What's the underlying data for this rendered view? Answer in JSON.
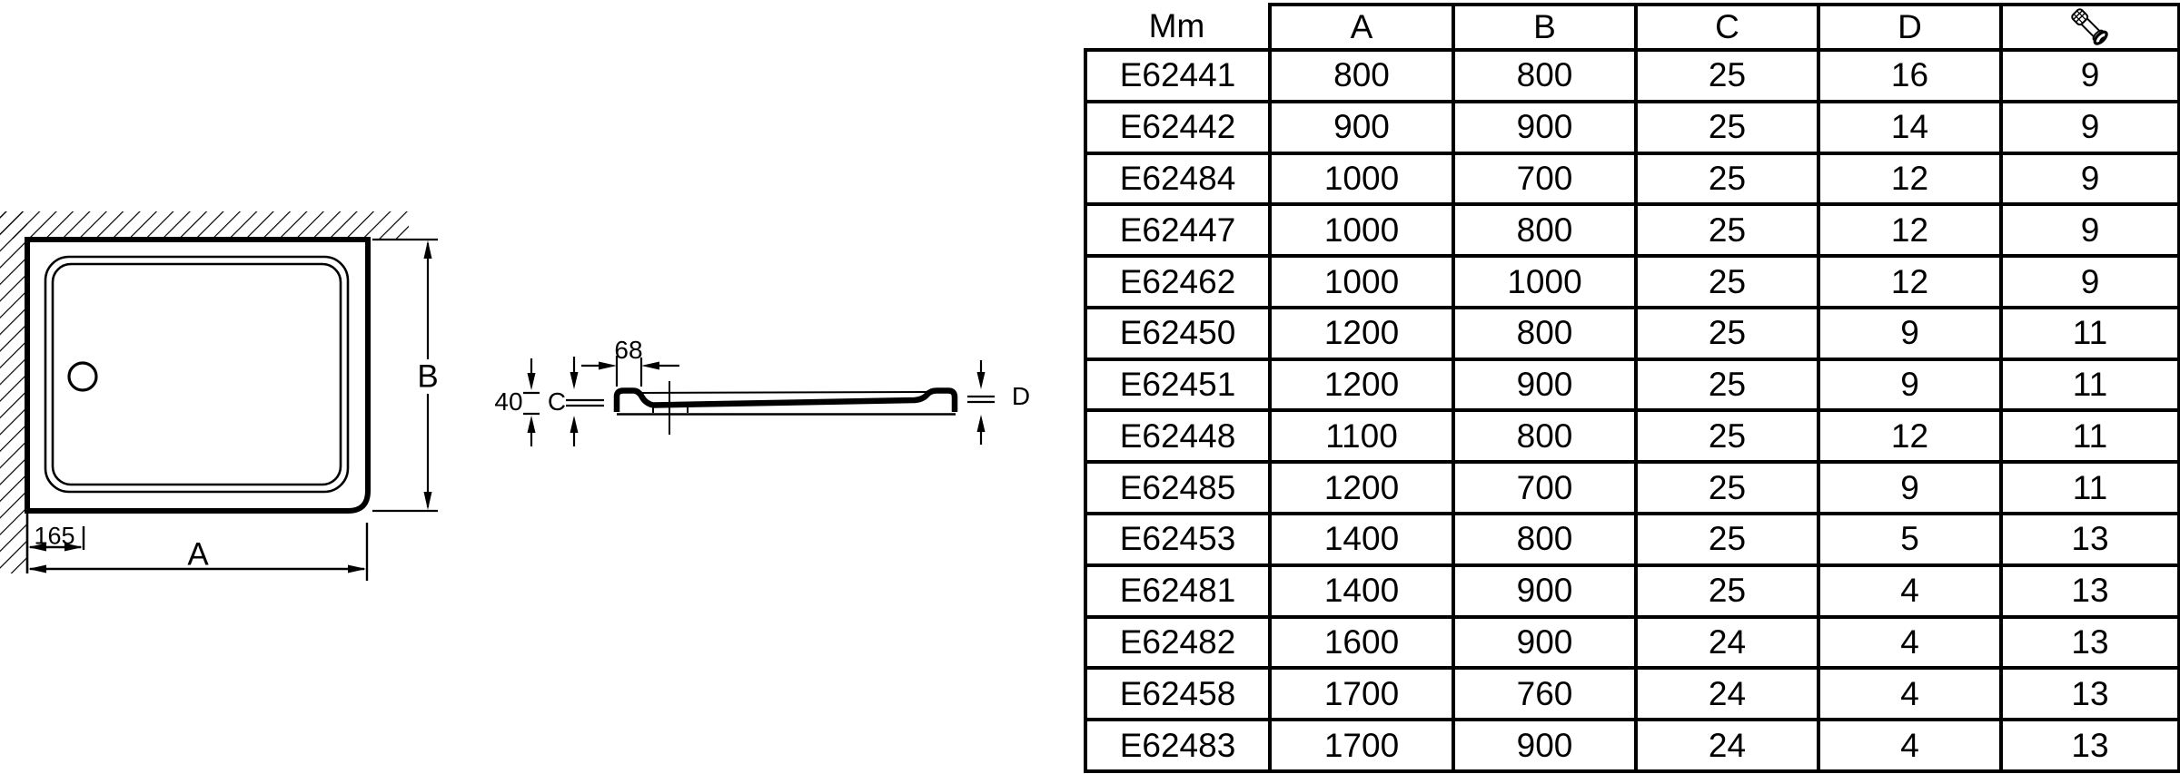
{
  "drawing": {
    "top_view": {
      "dim_width_label": "A",
      "dim_height_label": "B",
      "dim_drain_offset_label": "165"
    },
    "section_view": {
      "dim_rim_width_label": "68",
      "dim_total_height_label": "40",
      "dim_c_label": "C",
      "dim_d_label": "D"
    }
  },
  "table": {
    "header": {
      "col_ref": "Mm",
      "col_a": "A",
      "col_b": "B",
      "col_c": "C",
      "col_d": "D",
      "col_icon": "screw-icon"
    },
    "rows": [
      [
        "E62441",
        "800",
        "800",
        "25",
        "16",
        "9"
      ],
      [
        "E62442",
        "900",
        "900",
        "25",
        "14",
        "9"
      ],
      [
        "E62484",
        "1000",
        "700",
        "25",
        "12",
        "9"
      ],
      [
        "E62447",
        "1000",
        "800",
        "25",
        "12",
        "9"
      ],
      [
        "E62462",
        "1000",
        "1000",
        "25",
        "12",
        "9"
      ],
      [
        "E62450",
        "1200",
        "800",
        "25",
        "9",
        "11"
      ],
      [
        "E62451",
        "1200",
        "900",
        "25",
        "9",
        "11"
      ],
      [
        "E62448",
        "1100",
        "800",
        "25",
        "12",
        "11"
      ],
      [
        "E62485",
        "1200",
        "700",
        "25",
        "9",
        "11"
      ],
      [
        "E62453",
        "1400",
        "800",
        "25",
        "5",
        "13"
      ],
      [
        "E62481",
        "1400",
        "900",
        "25",
        "4",
        "13"
      ],
      [
        "E62482",
        "1600",
        "900",
        "24",
        "4",
        "13"
      ],
      [
        "E62458",
        "1700",
        "760",
        "24",
        "4",
        "13"
      ],
      [
        "E62483",
        "1700",
        "900",
        "24",
        "4",
        "13"
      ]
    ]
  },
  "colors": {
    "ink": "#000000",
    "paper": "#ffffff"
  }
}
